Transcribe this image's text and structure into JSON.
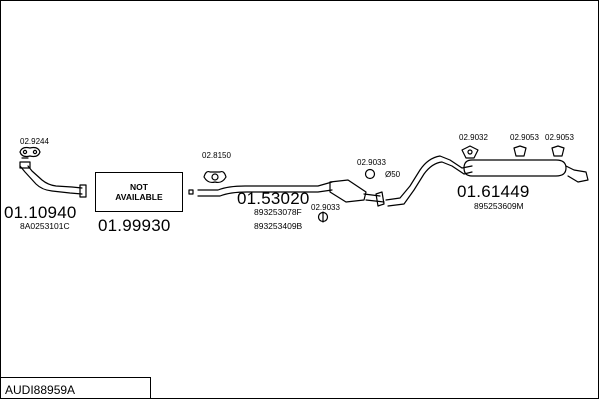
{
  "title": "AUDI88959A",
  "not_available": {
    "text": "NOT\nAVAILABLE"
  },
  "parts": [
    {
      "id": "p1",
      "code": "01.10940",
      "oe": [
        "8A0253101C"
      ],
      "gasket": "02.9244"
    },
    {
      "id": "p2",
      "code": "01.99930"
    },
    {
      "id": "p3",
      "code": "01.53020",
      "oe": [
        "893253078F",
        "893253409B"
      ],
      "gasket": "02.8150",
      "clamp": "02.9033"
    },
    {
      "id": "p4",
      "code": "01.61449",
      "oe": [
        "895253609M"
      ],
      "hangers": [
        "02.9032",
        "02.9053",
        "02.9053"
      ],
      "clamp": "02.9033"
    }
  ],
  "annotations": {
    "diameter": "Ø50"
  },
  "colors": {
    "line": "#000000",
    "background": "#ffffff"
  }
}
